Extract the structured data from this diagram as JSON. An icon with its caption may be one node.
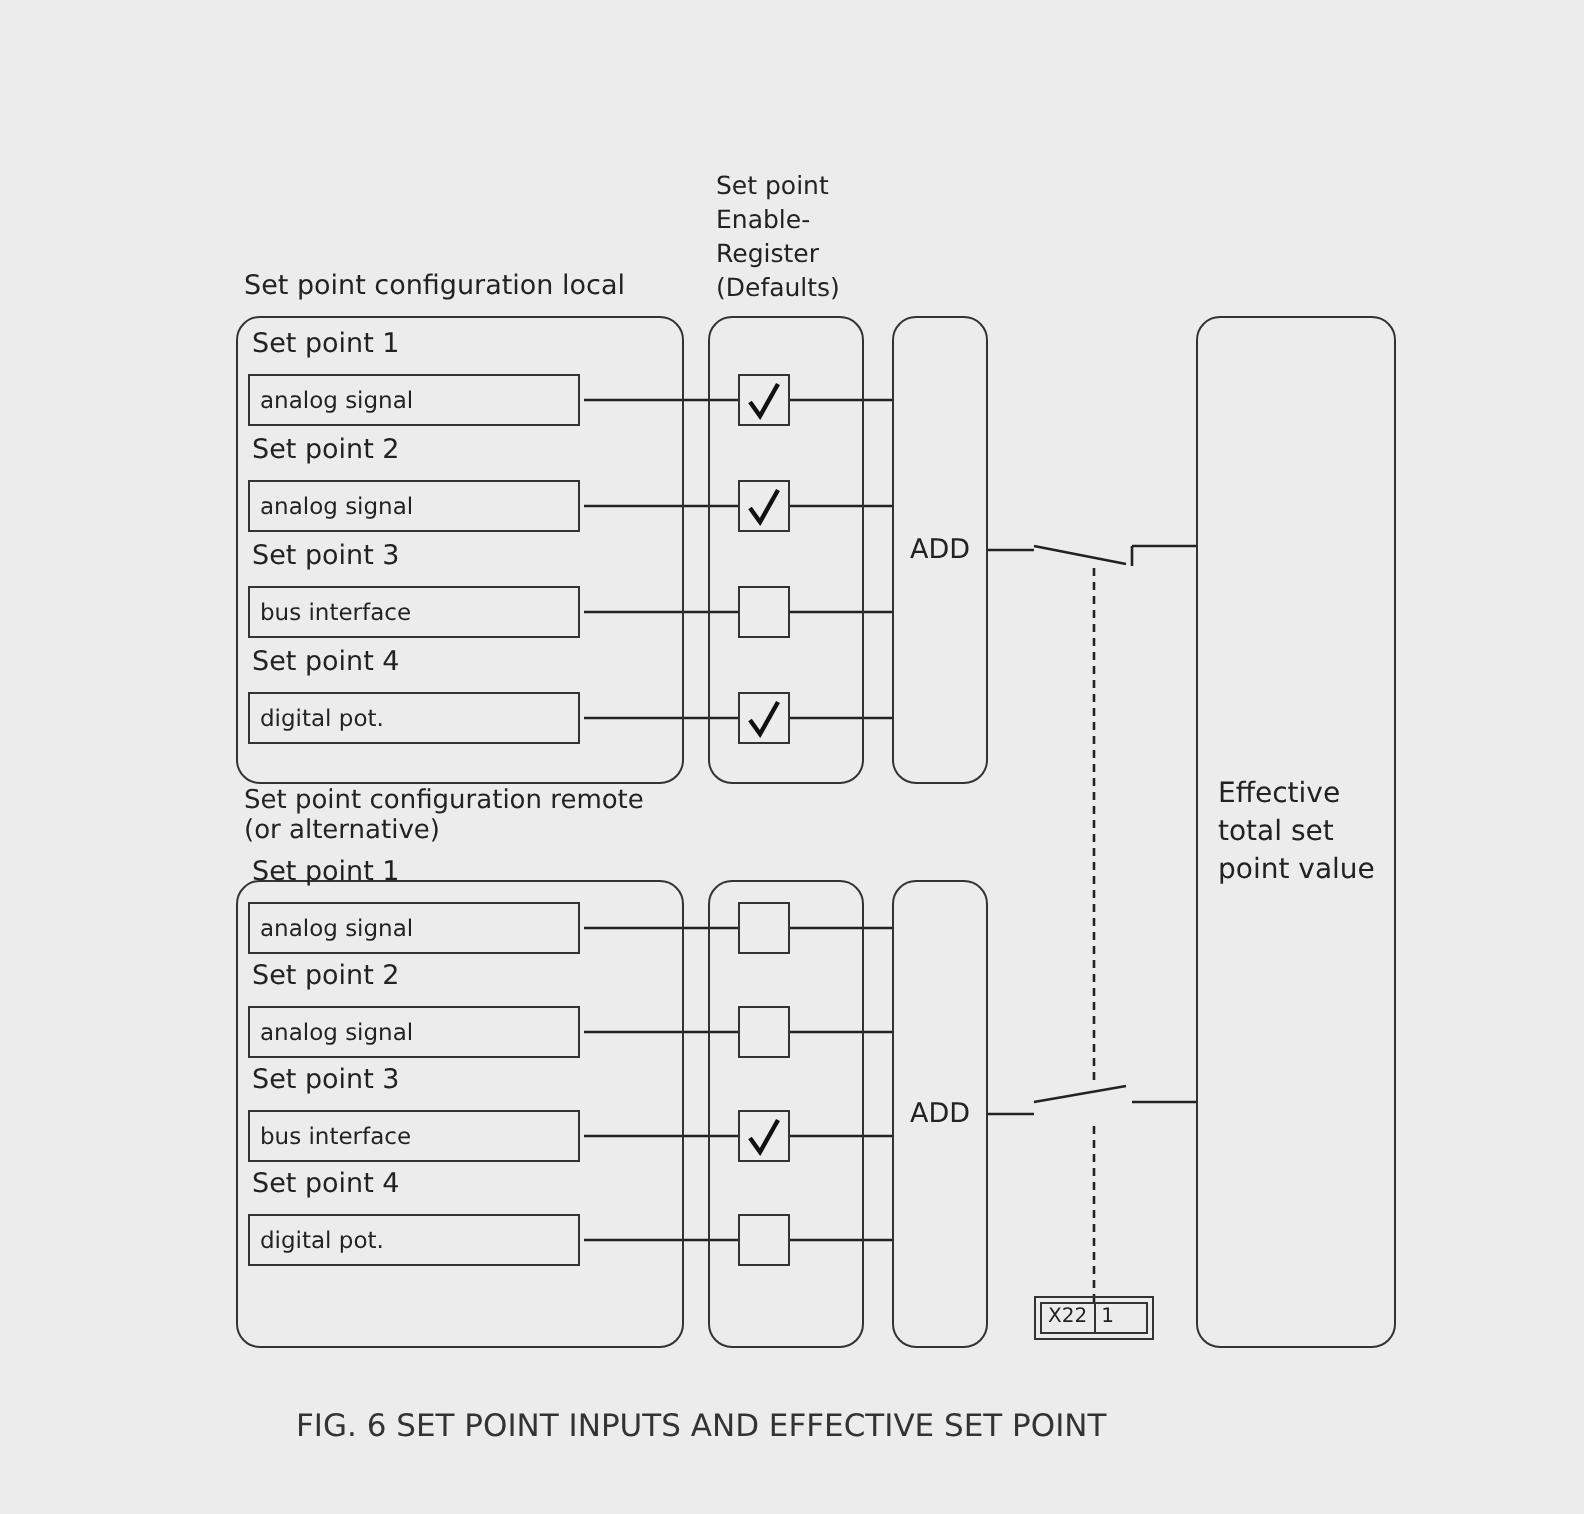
{
  "diagram": {
    "caption": "FIG. 6 SET POINT INPUTS AND EFFECTIVE SET POINT",
    "nodes": [
      {
        "text": [
          "Set point configuration local"
        ]
      },
      {
        "text": [
          "Set point 1",
          "analog signal"
        ],
        "in": 0
      },
      {
        "text": [
          "Set point 2",
          "analog signal"
        ],
        "in": 0
      },
      {
        "text": [
          "Set point 3",
          "bus interface"
        ],
        "in": 0
      },
      {
        "text": [
          "Set point 4",
          "digital pot."
        ],
        "in": 0
      },
      {
        "text": [
          "Set point Enable-Register (Defaults)"
        ]
      },
      {
        "text": [],
        "shape": "checkmark",
        "in": 5
      },
      {
        "text": [],
        "shape": "checkmark",
        "in": 5
      },
      {
        "text": [],
        "shape": "box",
        "in": 5
      },
      {
        "text": [],
        "shape": "checkmark",
        "in": 5
      },
      {
        "text": [
          "ADD"
        ]
      },
      {
        "text": [
          "Set point configuration remote (or alternative)"
        ]
      },
      {
        "text": [
          "Set point 1",
          "analog signal"
        ],
        "in": 11
      },
      {
        "text": [
          "Set point 2",
          "analog signal"
        ],
        "in": 11
      },
      {
        "text": [
          "Set point 3",
          "bus interface"
        ],
        "in": 11
      },
      {
        "text": [
          "Set point 4",
          "digital pot."
        ],
        "in": 11
      },
      {
        "text": [],
        "shape": "box"
      },
      {
        "text": [],
        "shape": "box",
        "in": 16
      },
      {
        "text": [],
        "shape": "box",
        "in": 16
      },
      {
        "text": [],
        "shape": "checkmark",
        "in": 16
      },
      {
        "text": [],
        "shape": "box",
        "in": 16
      },
      {
        "text": [
          "ADD"
        ]
      },
      {
        "text": [],
        "shape": "switch"
      },
      {
        "text": [],
        "shape": "switch"
      },
      {
        "text": [
          "Effective total set point value"
        ]
      },
      {
        "text": [
          "X22",
          "1"
        ]
      }
    ],
    "edges": [
      {
        "from": 1,
        "to": 6,
        "arrow": "none"
      },
      {
        "from": 6,
        "to": 10,
        "arrow": "none"
      },
      {
        "from": 2,
        "to": 7,
        "arrow": "none"
      },
      {
        "from": 7,
        "to": 10,
        "arrow": "none"
      },
      {
        "from": 3,
        "to": 8,
        "arrow": "none"
      },
      {
        "from": 8,
        "to": 10,
        "arrow": "none"
      },
      {
        "from": 4,
        "to": 9,
        "arrow": "none"
      },
      {
        "from": 9,
        "to": 10,
        "arrow": "none"
      },
      {
        "from": 10,
        "to": 22,
        "arrow": "none"
      },
      {
        "from": 22,
        "to": 24,
        "arrow": "none"
      },
      {
        "from": 12,
        "to": 17,
        "arrow": "none"
      },
      {
        "from": 17,
        "to": 21,
        "arrow": "none"
      },
      {
        "from": 13,
        "to": 18,
        "arrow": "none"
      },
      {
        "from": 18,
        "to": 21,
        "arrow": "none"
      },
      {
        "from": 14,
        "to": 19,
        "arrow": "none"
      },
      {
        "from": 19,
        "to": 21,
        "arrow": "none"
      },
      {
        "from": 15,
        "to": 20,
        "arrow": "none"
      },
      {
        "from": 20,
        "to": 21,
        "arrow": "none"
      },
      {
        "from": 21,
        "to": 23,
        "arrow": "none"
      },
      {
        "from": 23,
        "to": 24,
        "arrow": "none"
      },
      {
        "from": 25,
        "to": 23,
        "arrow": "none",
        "style": "dashed"
      },
      {
        "from": 23,
        "to": 22,
        "arrow": "none",
        "style": "dashed"
      }
    ]
  }
}
